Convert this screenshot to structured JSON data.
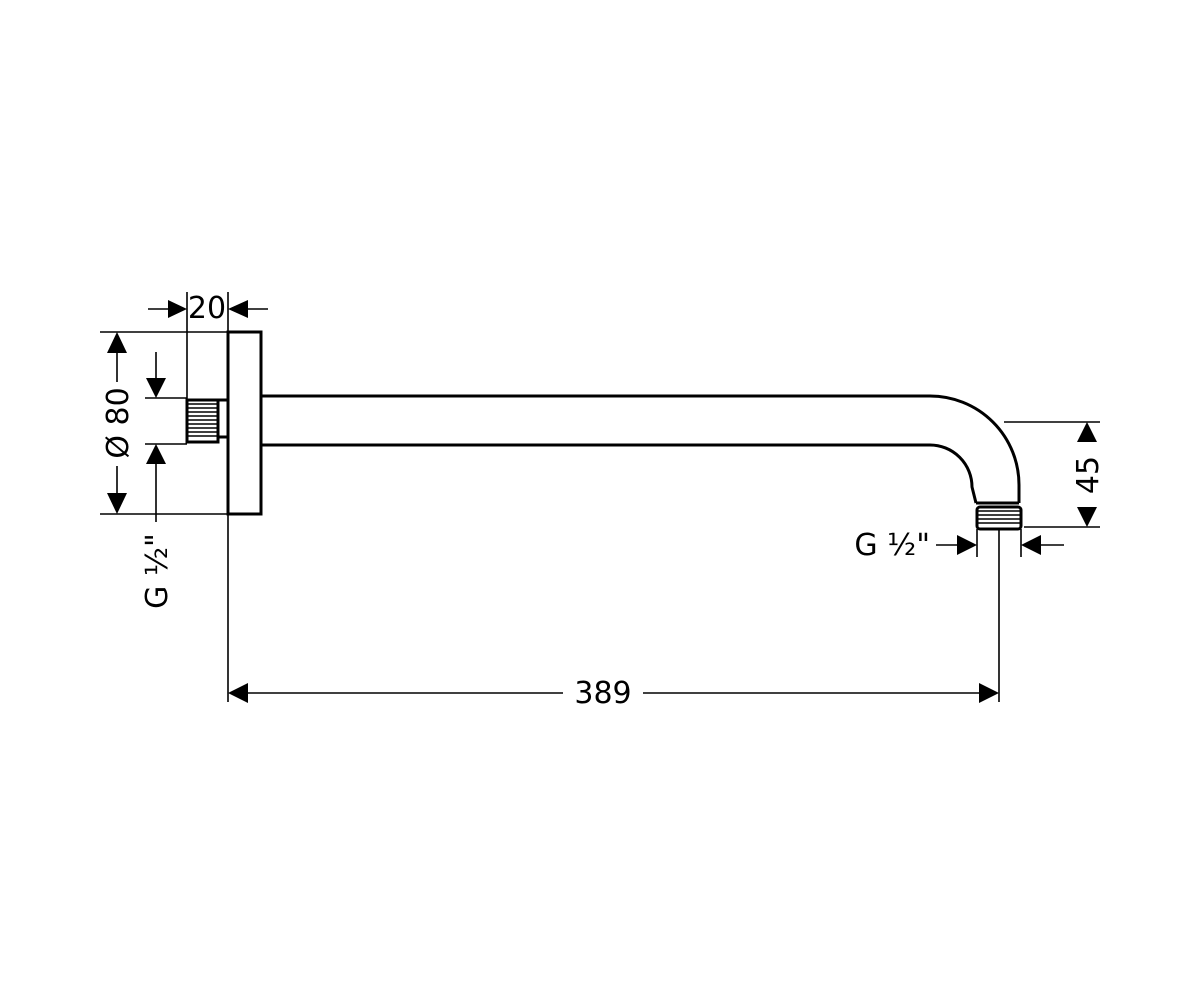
{
  "drawing": {
    "dimensions": {
      "flange_depth": "20",
      "flange_diameter": "Ø 80",
      "inlet_thread": "G ½\"",
      "outlet_thread": "G ½\"",
      "arm_length": "389",
      "outlet_drop": "45"
    }
  }
}
